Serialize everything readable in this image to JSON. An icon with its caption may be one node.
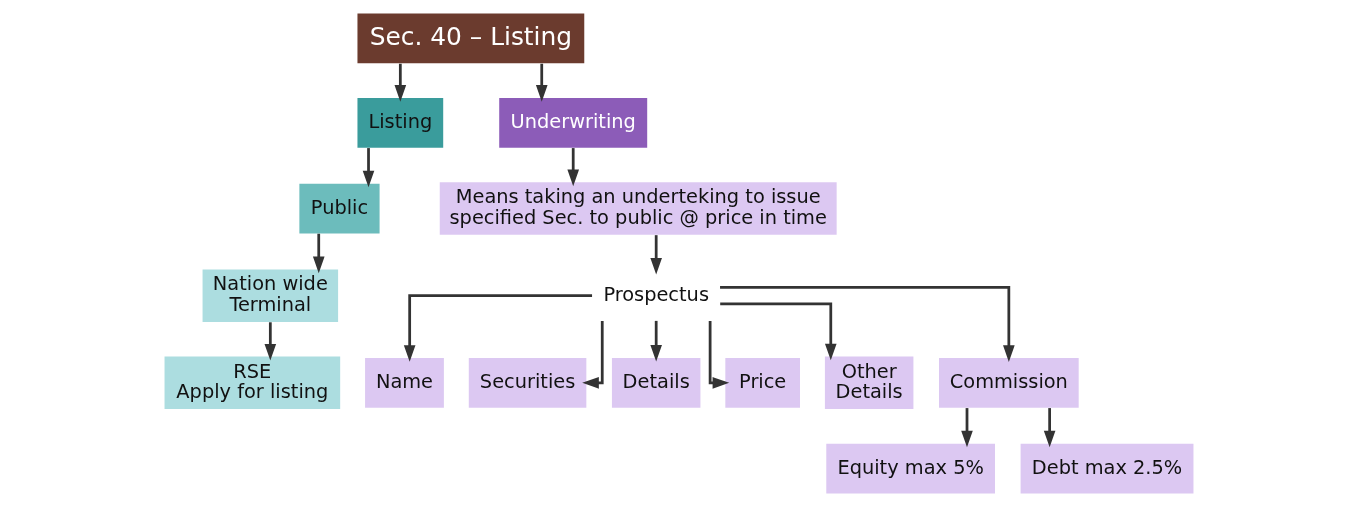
{
  "diagram": {
    "nodes": [
      {
        "text": [
          "Sec. 40 – Listing"
        ]
      },
      {
        "text": [
          "Listing"
        ]
      },
      {
        "text": [
          "Public"
        ]
      },
      {
        "text": [
          "Nation wide Terminal"
        ]
      },
      {
        "text": [
          "RSE Apply for listing"
        ]
      },
      {
        "text": [
          "Underwriting"
        ]
      },
      {
        "text": [
          "Means taking an underteking to issue specified Sec. to public @ price in time"
        ]
      },
      {
        "text": [
          "Prospectus"
        ]
      },
      {
        "text": [
          "Name"
        ]
      },
      {
        "text": [
          "Securities"
        ]
      },
      {
        "text": [
          "Details"
        ]
      },
      {
        "text": [
          "Price"
        ]
      },
      {
        "text": [
          "Other Details"
        ]
      },
      {
        "text": [
          "Commission"
        ]
      },
      {
        "text": [
          "Equity max 5%"
        ]
      },
      {
        "text": [
          "Debt max 2.5%"
        ]
      }
    ],
    "edges": [
      {
        "from": 0,
        "to": 1,
        "arrow": "to"
      },
      {
        "from": 0,
        "to": 5,
        "arrow": "to"
      },
      {
        "from": 1,
        "to": 2,
        "arrow": "to"
      },
      {
        "from": 2,
        "to": 3,
        "arrow": "to"
      },
      {
        "from": 3,
        "to": 4,
        "arrow": "to"
      },
      {
        "from": 5,
        "to": 6,
        "arrow": "to"
      },
      {
        "from": 6,
        "to": 7,
        "arrow": "to"
      },
      {
        "from": 7,
        "to": 8,
        "arrow": "to"
      },
      {
        "from": 7,
        "to": 9,
        "arrow": "to"
      },
      {
        "from": 7,
        "to": 10,
        "arrow": "to"
      },
      {
        "from": 7,
        "to": 11,
        "arrow": "to"
      },
      {
        "from": 7,
        "to": 12,
        "arrow": "to"
      },
      {
        "from": 7,
        "to": 13,
        "arrow": "to"
      },
      {
        "from": 13,
        "to": 14,
        "arrow": "to"
      },
      {
        "from": 13,
        "to": 15,
        "arrow": "to"
      }
    ]
  }
}
